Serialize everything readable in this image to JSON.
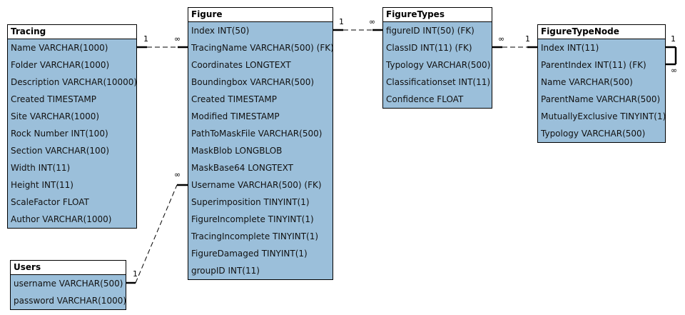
{
  "entities": {
    "tracing": {
      "title": "Tracing",
      "attributes": [
        "Name VARCHAR(1000)",
        "Folder VARCHAR(1000)",
        "Description VARCHAR(10000)",
        "Created TIMESTAMP",
        "Site VARCHAR(1000)",
        "Rock Number INT(100)",
        "Section VARCHAR(100)",
        "Width INT(11)",
        "Height INT(11)",
        "ScaleFactor FLOAT",
        "Author VARCHAR(1000)"
      ]
    },
    "figure": {
      "title": "Figure",
      "attributes": [
        "Index INT(50)",
        "TracingName VARCHAR(500) (FK)",
        "Coordinates LONGTEXT",
        "Boundingbox VARCHAR(500)",
        "Created TIMESTAMP",
        "Modified TIMESTAMP",
        "PathToMaskFile VARCHAR(500)",
        "MaskBlob LONGBLOB",
        "MaskBase64 LONGTEXT",
        "Username VARCHAR(500) (FK)",
        "Superimposition TINYINT(1)",
        "FigureIncomplete TINYINT(1)",
        "TracingIncomplete TINYINT(1)",
        "FigureDamaged TINYINT(1)",
        "groupID INT(11)"
      ]
    },
    "figuretypes": {
      "title": "FigureTypes",
      "attributes": [
        "figureID INT(50) (FK)",
        "ClassID INT(11) (FK)",
        "Typology VARCHAR(500)",
        "Classificationset INT(11)",
        "Confidence FLOAT"
      ]
    },
    "figuretypenode": {
      "title": "FigureTypeNode",
      "attributes": [
        "Index INT(11)",
        "ParentIndex INT(11) (FK)",
        "Name VARCHAR(500)",
        "ParentName VARCHAR(500)",
        "MutuallyExclusive TINYINT(1)",
        "Typology VARCHAR(500)"
      ]
    },
    "users": {
      "title": "Users",
      "attributes": [
        "username VARCHAR(500)",
        "password VARCHAR(1000)"
      ]
    }
  },
  "relationships": [
    {
      "name": "tracing-figure",
      "from_card": "1",
      "to_card": "∞"
    },
    {
      "name": "figure-figuretypes",
      "from_card": "1",
      "to_card": "∞"
    },
    {
      "name": "figuretypes-figuretypenode",
      "from_card": "∞",
      "to_card": "1"
    },
    {
      "name": "users-figure",
      "from_card": "1",
      "to_card": "∞"
    },
    {
      "name": "figuretypenode-self",
      "from_card": "1",
      "to_card": "∞"
    }
  ],
  "colors": {
    "entity_fill": "#9bbfda",
    "title_fill": "#ffffff",
    "border": "#000000",
    "connector": "#000000"
  }
}
